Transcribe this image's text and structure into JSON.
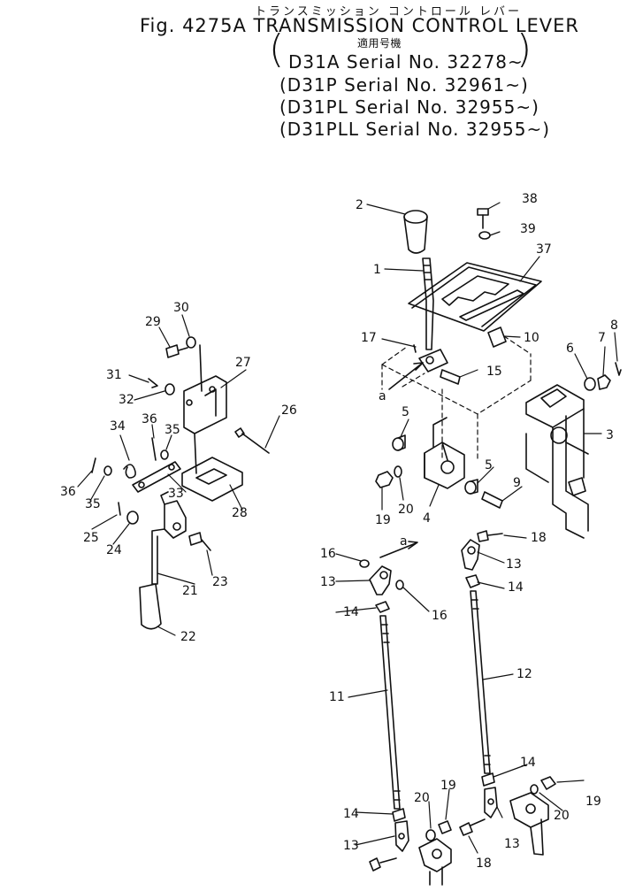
{
  "header": {
    "japanese_title": "トランスミッション コントロール レバー",
    "figure_title": "Fig. 4275A TRANSMISSION CONTROL LEVER",
    "applicability_label": "適用号機",
    "serial_rows": [
      "D31A   Serial No. 32278~",
      "(D31P   Serial No. 32961~)",
      "(D31PL  Serial No. 32955~)",
      "(D31PLL Serial No. 32955~)"
    ]
  },
  "diagram": {
    "line_color": "#111111",
    "callouts": [
      "1",
      "2",
      "3",
      "4",
      "5",
      "5",
      "6",
      "7",
      "8",
      "9",
      "10",
      "11",
      "12",
      "13",
      "13",
      "13",
      "13",
      "14",
      "14",
      "14",
      "14",
      "15",
      "16",
      "16",
      "17",
      "18",
      "18",
      "19",
      "19",
      "19",
      "20",
      "20",
      "20",
      "21",
      "22",
      "23",
      "24",
      "25",
      "26",
      "27",
      "28",
      "29",
      "30",
      "31",
      "32",
      "33",
      "34",
      "35",
      "35",
      "36",
      "36",
      "37",
      "38",
      "39",
      "a",
      "a"
    ]
  }
}
